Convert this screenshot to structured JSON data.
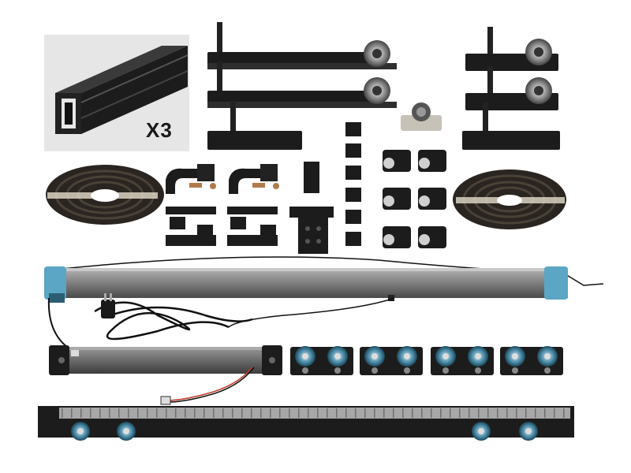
{
  "product_photo": {
    "inset": {
      "quantity_label": "X3"
    },
    "parts": [
      "aluminum-profile-rail",
      "pulley-bracket",
      "end-bracket",
      "timing-belt-roll",
      "belt-clamp-hook",
      "mounting-plate",
      "small-square-nut-plate",
      "roller-glider",
      "motor-drive-rail",
      "power-supply-box",
      "power-cord-plug",
      "wheel-carriage",
      "long-roller-track-bar"
    ],
    "colors": {
      "background": "#ffffff",
      "inset_bg": "#e6e6e6",
      "metal_black": "#1c1c1c",
      "aluminum": "#8d8d8d",
      "accent_teal": "#5aa6c4",
      "belt": "#2a2520",
      "belt_stripe": "#d9d2c2"
    }
  }
}
